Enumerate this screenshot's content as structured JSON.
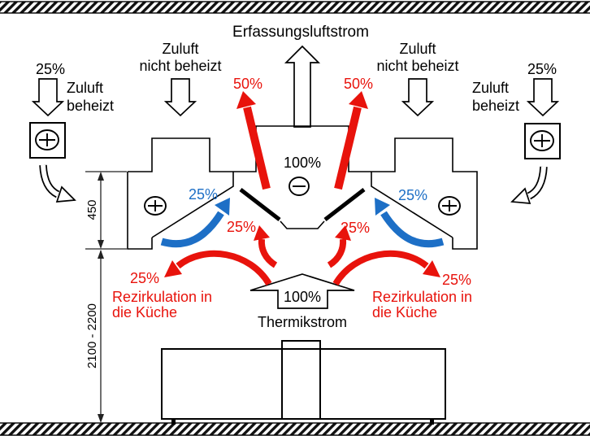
{
  "colors": {
    "red": "#e8130c",
    "blue": "#1d6fc6"
  },
  "icons": {
    "heater": "circled-plus",
    "suction": "circled-minus"
  },
  "capture": {
    "label": "Erfassungsluftstrom",
    "pct": "100%"
  },
  "exhaust": {
    "pct": "50%"
  },
  "supply_unheated": {
    "line1": "Zuluft",
    "line2": "nicht beheizt"
  },
  "supply_heated": {
    "pct": "25%",
    "line1": "Zuluft",
    "line2": "beheizt"
  },
  "induction": {
    "pct": "25%"
  },
  "slot": {
    "pct": "25%"
  },
  "recirculation": {
    "pct": "25%",
    "line1": "Rezirkulation in",
    "line2": "die Küche"
  },
  "thermik": {
    "pct": "100%",
    "label": "Thermikstrom"
  },
  "dimensions": {
    "hood": "450",
    "room": "2100 - 2200"
  }
}
